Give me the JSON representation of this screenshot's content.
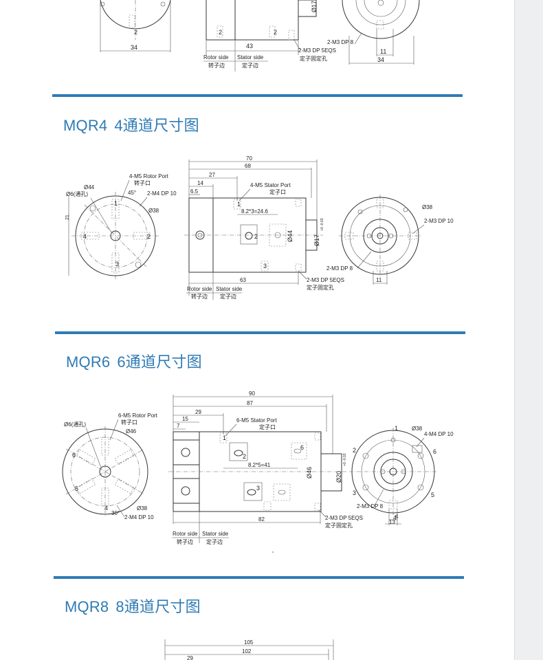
{
  "sections": {
    "top": {
      "dim_width_left": "34",
      "dim_body": "43",
      "dim_bore": "Ø17",
      "hole": "2-M3 DP 8",
      "fix": "2-M3 DP 5EQS",
      "fix_cn": "定子固定孔",
      "dim_11": "11",
      "dim_34": "34",
      "rotor_side": "Rotor side",
      "rotor_cn": "转子边",
      "stator_side": "Stator side",
      "stator_cn": "定子边",
      "port_2a": "2",
      "port_2b": "2",
      "port_2c": "2"
    },
    "mqr4": {
      "model": "MQR4",
      "title": "4通道尺寸图",
      "rotor_port": "4-M5  Rotor Port",
      "rotor_port_cn": "转子口",
      "d44": "Ø44",
      "angle": "45°",
      "d6": "Ø6(通孔)",
      "m4": "2-M4 DP 10",
      "d38_left": "Ø38",
      "dim_21": "21",
      "p1": "1",
      "p2": "2",
      "p3": "3",
      "p4": "4",
      "dim_70": "70",
      "dim_68": "68",
      "dim_27": "27",
      "dim_14": "14",
      "dim_65": "6.5",
      "stator_port": "4-M5  Stator Port",
      "stator_port_cn": "定子口",
      "spacing": "8.2*3=24.6",
      "d44_side": "Ø44",
      "bore": "Ø17",
      "bore_tol": "+0 -0.03",
      "dim_63": "63",
      "fix": "2-M3 DP 5EQS",
      "fix_cn": "定子固定孔",
      "m3": "2-M3 DP 8",
      "d38_right": "Ø38",
      "m3_right": "2-M3 DP 10",
      "dim_11": "11",
      "rotor_side": "Rotor side",
      "rotor_cn": "转子边",
      "stator_side": "Stator side",
      "stator_cn": "定子边",
      "sp1": "1",
      "sp2": "2",
      "sp3": "3"
    },
    "mqr6": {
      "model": "MQR6",
      "title": "6通道尺寸图",
      "rotor_port": "6-M5  Rotor Port",
      "rotor_port_cn": "转子口",
      "d6": "Ø6(通孔)",
      "d46": "Ø46",
      "d38_left": "Ø38",
      "angle": "30°",
      "m4": "2-M4 DP 10",
      "p4": "4",
      "p5": "5",
      "p6": "6",
      "dim_90": "90",
      "dim_87": "87",
      "dim_29": "29",
      "dim_15": "15",
      "dim_7": "7",
      "stator_port": "6-M5  Stator Port",
      "stator_port_cn": "定子口",
      "spacing": "8.2*5=41",
      "d46_side": "Ø46",
      "bore": "Ø20",
      "bore_tol": "+0 -0.03",
      "dim_82": "82",
      "fix": "2-M3 DP 5EQS",
      "fix_cn": "定子固定孔",
      "sp1": "1",
      "sp2": "2",
      "sp3": "3",
      "sp6": "6",
      "d38_right": "Ø38",
      "m4_right": "4-M4 DP 10",
      "m3": "2-M3 DP 8",
      "rp1": "1",
      "rp2": "2",
      "rp3": "3",
      "rp4": "4",
      "rp5": "5",
      "rp6": "6",
      "dim_4": "4",
      "dim_13": "13",
      "rotor_side": "Rotor side",
      "rotor_cn": "转子边",
      "stator_side": "Stator side",
      "stator_cn": "定子边"
    },
    "mqr8": {
      "model": "MQR8",
      "title": "8通道尺寸图",
      "dim_105": "105",
      "dim_102": "102",
      "dim_29": "29"
    }
  },
  "colors": {
    "accent": "#2e7bb4",
    "line": "#333333"
  }
}
